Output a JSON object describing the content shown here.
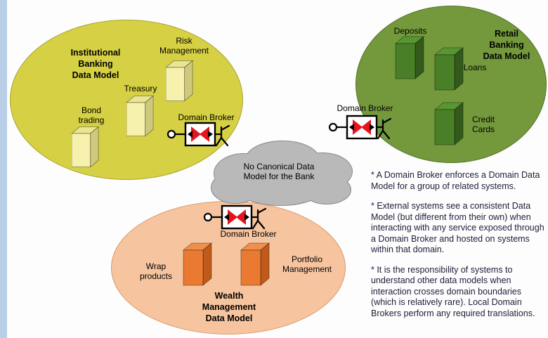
{
  "colors": {
    "page-bg": "#fdfdfd",
    "left-strip": "#b9cfe8",
    "text": "#000000",
    "notes-text": "#1d1d3a",
    "broker-red": "#e8131c",
    "cloud-fill": "#b9b9b9",
    "cloud-stroke": "#8a8a8a",
    "inst-fill": "#d6d044",
    "inst-stroke": "#a9a433",
    "inst-box-front": "#f6f2ae",
    "inst-box-top": "#eae593",
    "inst-box-side": "#cfc97e",
    "retail-fill": "#74993c",
    "retail-stroke": "#55742a",
    "retail-box-front": "#497f27",
    "retail-box-top": "#579632",
    "retail-box-side": "#33591b",
    "wealth-fill": "#f6c49e",
    "wealth-stroke": "#d99a6c",
    "wealth-box-front": "#ea7a31",
    "wealth-box-top": "#f08f4b",
    "wealth-box-side": "#c05a1a"
  },
  "institutional": {
    "title": "Institutional\nBanking\nData Model",
    "systems": [
      "Bond\ntrading",
      "Treasury",
      "Risk\nManagement"
    ],
    "broker_label": "Domain Broker"
  },
  "retail": {
    "title": "Retail\nBanking\nData Model",
    "systems": [
      "Deposits",
      "Loans",
      "Credit\nCards"
    ],
    "broker_label": "Domain Broker"
  },
  "wealth": {
    "title": "Wealth\nManagement\nData Model",
    "systems": [
      "Wrap\nproducts",
      "Portfolio\nManagement"
    ],
    "broker_label": "Domain Broker"
  },
  "cloud": {
    "label": "No Canonical Data\nModel for the Bank"
  },
  "notes": {
    "p1": "* A Domain Broker enforces a Domain Data Model for a group of related systems.",
    "p2": "* External systems see a consistent Data Model (but different from their own) when interacting with any service exposed through a Domain Broker and hosted on systems within that domain.",
    "p3": "* It is the responsibility of systems to understand other data models when interaction crosses domain boundaries (which is relatively rare). Local Domain Brokers perform any required translations."
  }
}
